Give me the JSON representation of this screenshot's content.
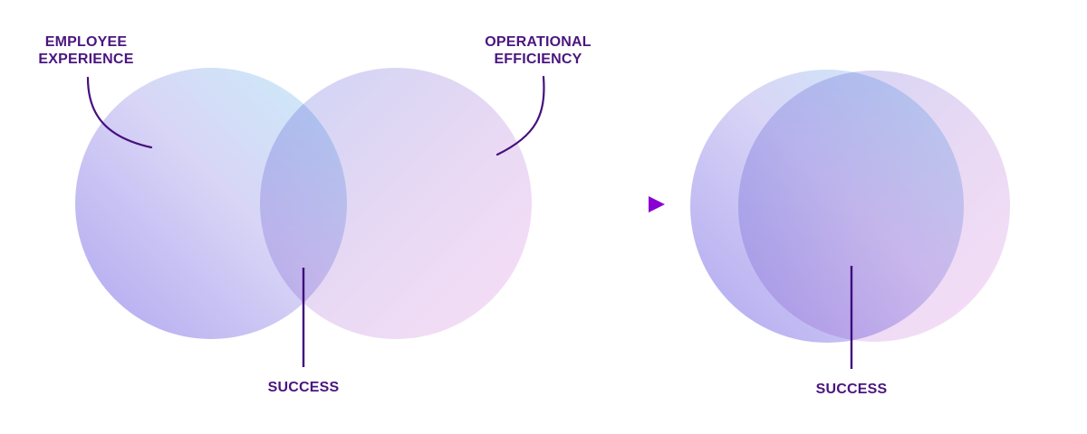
{
  "diagram": {
    "type": "venn-transformation",
    "background_color": "#ffffff",
    "text_color": "#4a1580",
    "leader_line_color": "#45107c",
    "arrow": {
      "direction": "right",
      "gradient_start": "#ddaaf8",
      "gradient_end": "#9104dc",
      "head_color": "#8a00d2"
    },
    "venn_before": {
      "circle_left": {
        "label_line1": "EMPLOYEE",
        "label_line2": "EXPERIENCE",
        "gradient": [
          "#cbeef9",
          "#d8d5f6",
          "#b0a7f0"
        ]
      },
      "circle_right": {
        "label_line1": "OPERATIONAL",
        "label_line2": "EFFICIENCY",
        "gradient": [
          "#cdd3f5",
          "#e8d9f4",
          "#f8def6"
        ]
      },
      "overlap_label": "SUCCESS",
      "overlap_amount": "small"
    },
    "venn_after": {
      "overlap_label": "SUCCESS",
      "overlap_amount": "large"
    }
  }
}
